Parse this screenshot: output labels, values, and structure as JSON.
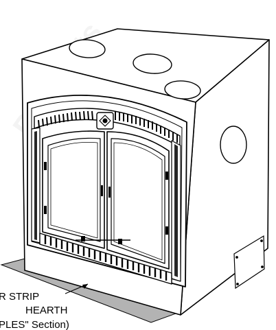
{
  "diagram": {
    "callout_lines": [
      "R STRIP",
      "HEARTH",
      "PLES\" Section)"
    ],
    "watermark": "Products",
    "colors": {
      "line": "#000000",
      "fill": "#ffffff",
      "hearth_strip": "#b3b3b3",
      "watermark": "#e4e4e4"
    }
  }
}
